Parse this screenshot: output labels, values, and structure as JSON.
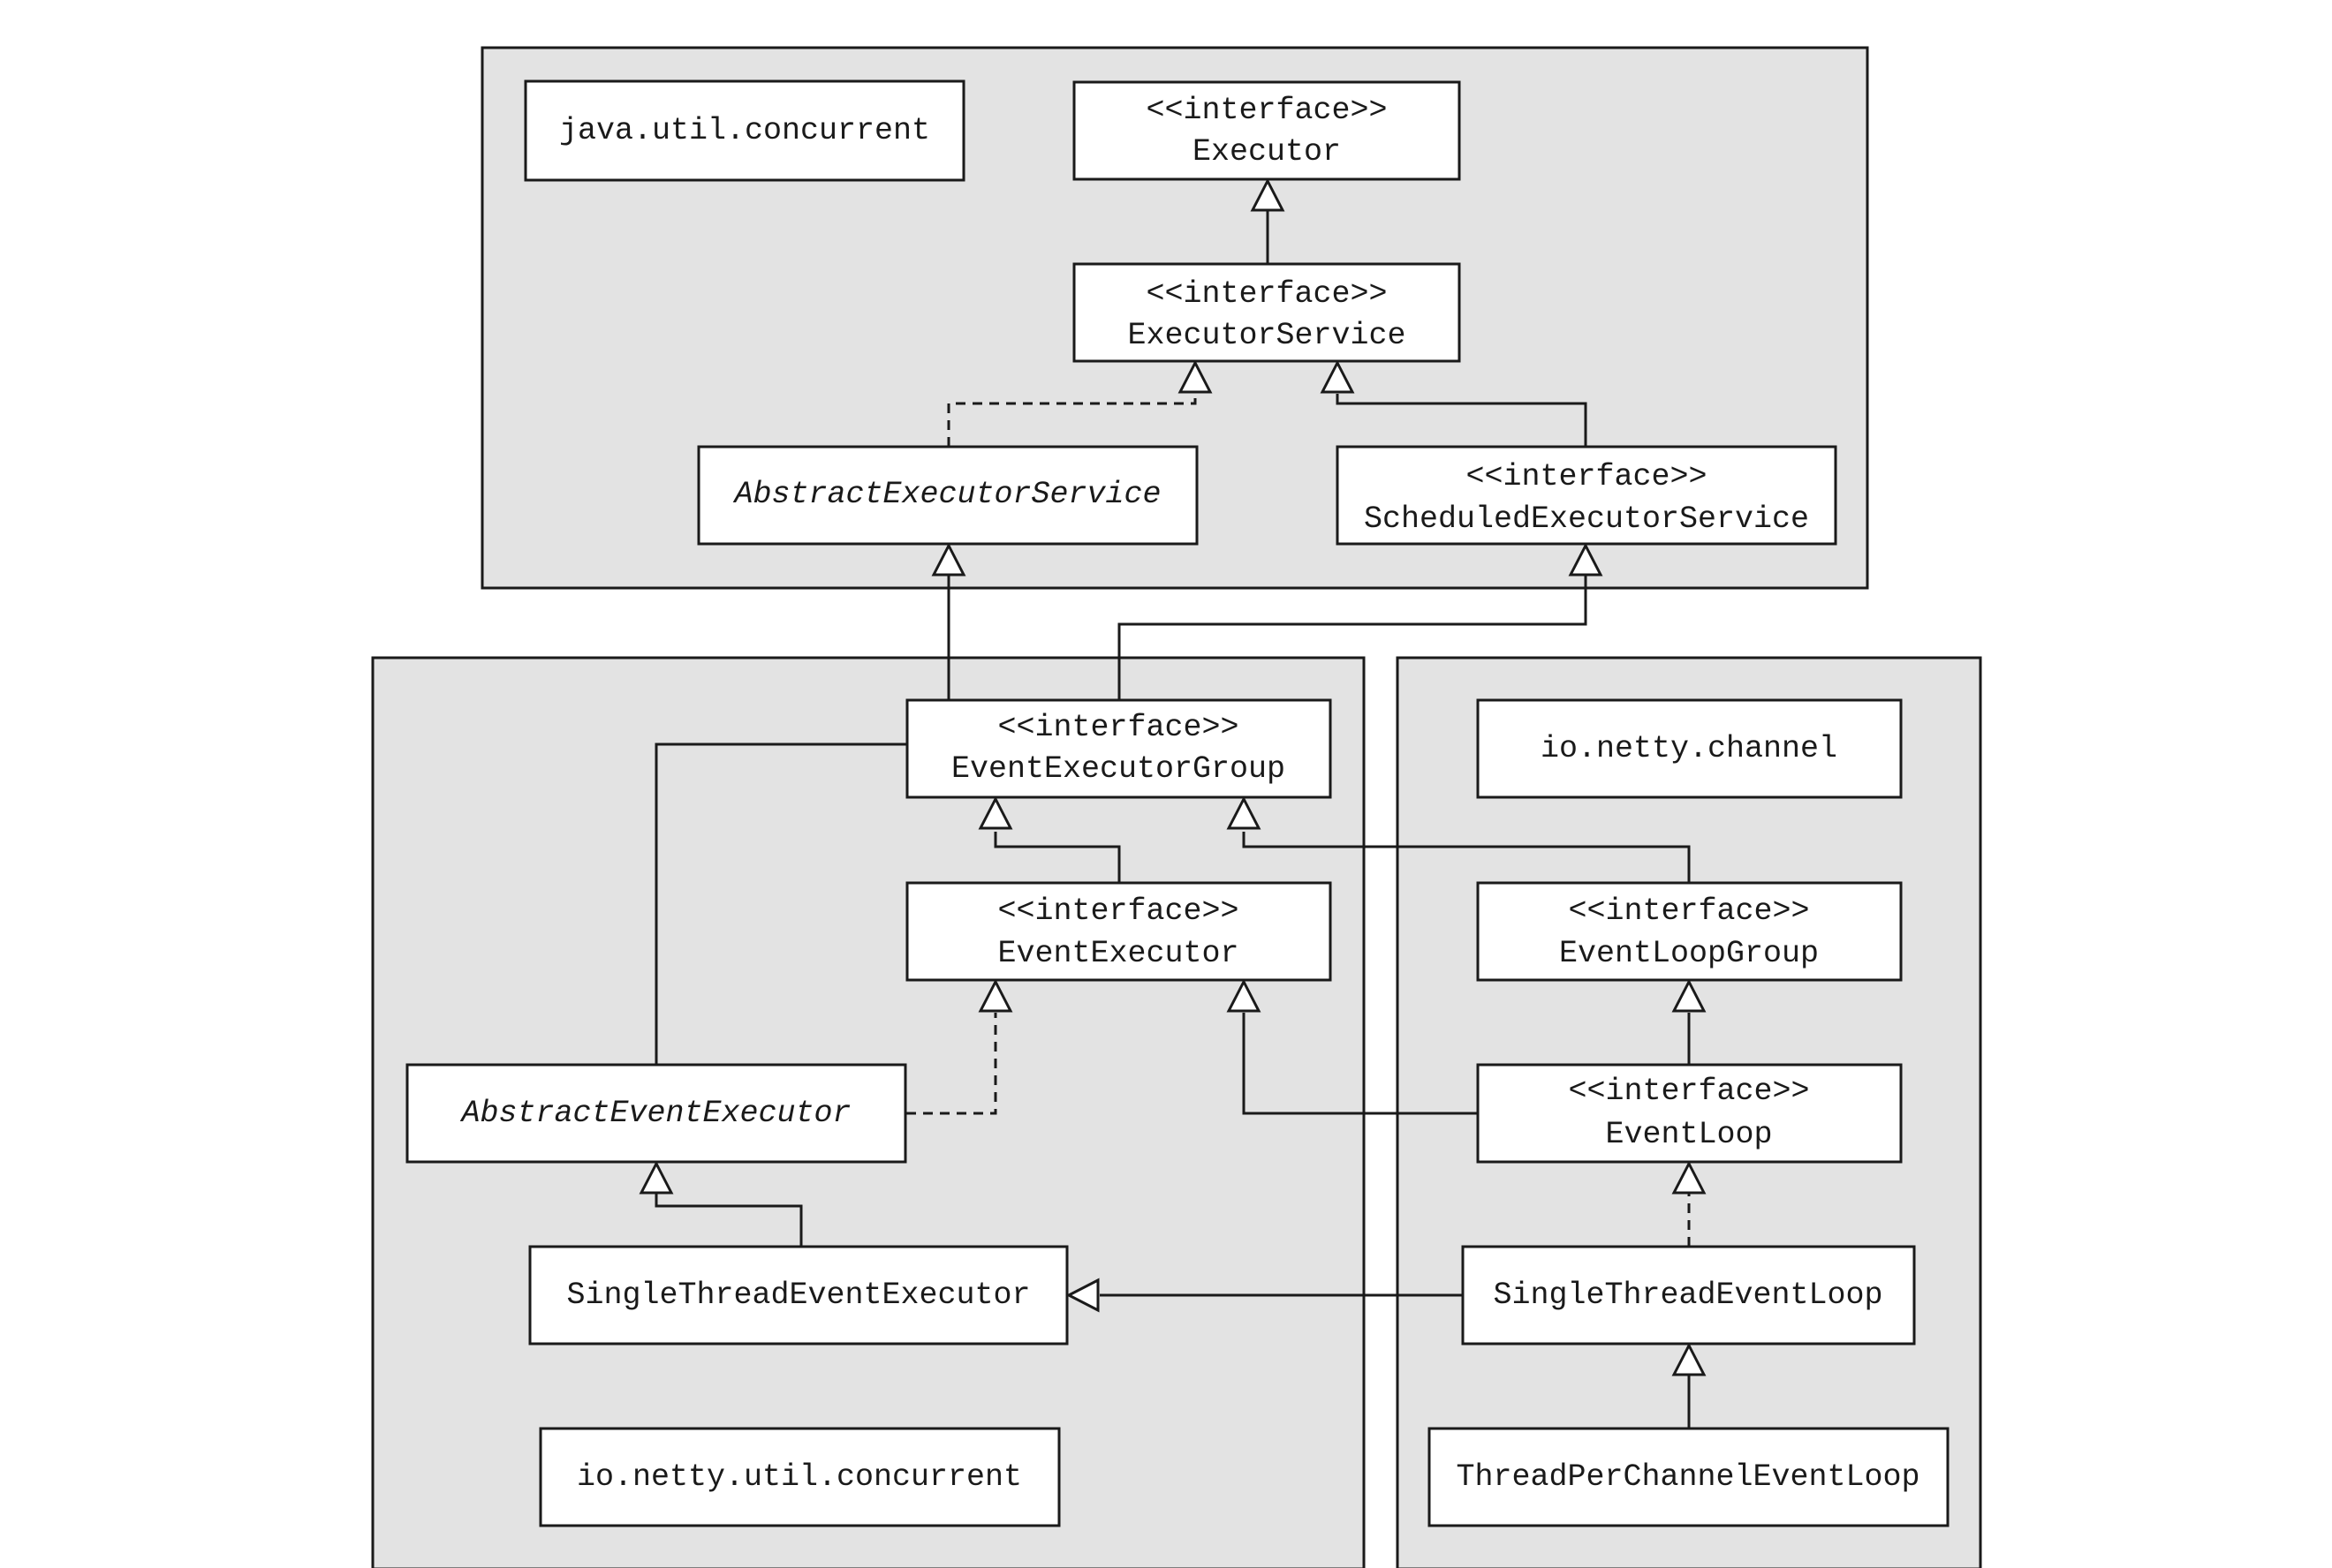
{
  "packages": [
    {
      "id": "pkg-java",
      "name": "java.util.concurrent"
    },
    {
      "id": "pkg-util",
      "name": "io.netty.util.concurrent"
    },
    {
      "id": "pkg-channel",
      "name": "io.netty.channel"
    }
  ],
  "classes": [
    {
      "id": "executor",
      "stereotype": "<<interface>>",
      "name": "Executor"
    },
    {
      "id": "executor-service",
      "stereotype": "<<interface>>",
      "name": "ExecutorService"
    },
    {
      "id": "abstract-executor-service",
      "stereotype": "",
      "name": "AbstractExecutorService",
      "abstract": true
    },
    {
      "id": "scheduled-executor-service",
      "stereotype": "<<interface>>",
      "name": "ScheduledExecutorService"
    },
    {
      "id": "event-executor-group",
      "stereotype": "<<interface>>",
      "name": "EventExecutorGroup"
    },
    {
      "id": "event-executor",
      "stereotype": "<<interface>>",
      "name": "EventExecutor"
    },
    {
      "id": "abstract-event-executor",
      "stereotype": "",
      "name": "AbstractEventExecutor",
      "abstract": true
    },
    {
      "id": "single-thread-event-executor",
      "stereotype": "",
      "name": "SingleThreadEventExecutor"
    },
    {
      "id": "event-loop-group",
      "stereotype": "<<interface>>",
      "name": "EventLoopGroup"
    },
    {
      "id": "event-loop",
      "stereotype": "<<interface>>",
      "name": "EventLoop"
    },
    {
      "id": "single-thread-event-loop",
      "stereotype": "",
      "name": "SingleThreadEventLoop"
    },
    {
      "id": "thread-per-channel-event-loop",
      "stereotype": "",
      "name": "ThreadPerChannelEventLoop"
    }
  ],
  "relations": [
    {
      "from": "executor-service",
      "to": "executor",
      "kind": "generalization"
    },
    {
      "from": "abstract-executor-service",
      "to": "executor-service",
      "kind": "realization"
    },
    {
      "from": "scheduled-executor-service",
      "to": "executor-service",
      "kind": "generalization"
    },
    {
      "from": "event-executor-group",
      "to": "abstract-executor-service",
      "kind": "generalization"
    },
    {
      "from": "event-executor-group",
      "to": "scheduled-executor-service",
      "kind": "generalization"
    },
    {
      "from": "event-executor",
      "to": "event-executor-group",
      "kind": "generalization"
    },
    {
      "from": "event-loop-group",
      "to": "event-executor-group",
      "kind": "generalization"
    },
    {
      "from": "abstract-event-executor",
      "to": "event-executor-group",
      "kind": "association"
    },
    {
      "from": "abstract-event-executor",
      "to": "event-executor",
      "kind": "realization"
    },
    {
      "from": "event-loop",
      "to": "event-executor",
      "kind": "generalization"
    },
    {
      "from": "event-loop",
      "to": "event-loop-group",
      "kind": "generalization"
    },
    {
      "from": "single-thread-event-executor",
      "to": "abstract-event-executor",
      "kind": "generalization"
    },
    {
      "from": "single-thread-event-loop",
      "to": "event-loop",
      "kind": "realization"
    },
    {
      "from": "single-thread-event-loop",
      "to": "single-thread-event-executor",
      "kind": "generalization"
    },
    {
      "from": "thread-per-channel-event-loop",
      "to": "single-thread-event-loop",
      "kind": "generalization"
    }
  ]
}
